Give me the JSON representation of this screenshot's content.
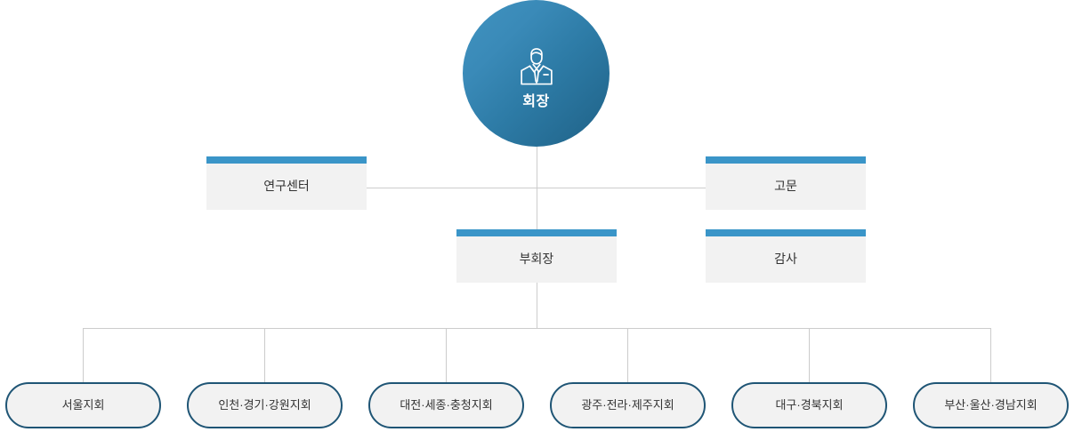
{
  "chart": {
    "title": "organization-chart",
    "colors": {
      "bar_blue": "#3a95c8",
      "circle_gradient_start": "#4093c0",
      "circle_gradient_end": "#1f6186",
      "pill_border": "#1f5575",
      "box_fill": "#f2f2f2",
      "line": "#cccccc",
      "text": "#333333"
    }
  },
  "chairman": {
    "label": "회장",
    "icon": "businessman-icon"
  },
  "boxes": [
    {
      "id": "research",
      "label": "연구센터"
    },
    {
      "id": "advisor",
      "label": "고문"
    },
    {
      "id": "vice",
      "label": "부회장"
    },
    {
      "id": "auditor",
      "label": "감사"
    }
  ],
  "branches": [
    {
      "id": "seoul",
      "label": "서울지회"
    },
    {
      "id": "incheon",
      "label": "인천·경기·강원지회"
    },
    {
      "id": "daejeon",
      "label": "대전·세종·충청지회"
    },
    {
      "id": "gwangju",
      "label": "광주·전라·제주지회"
    },
    {
      "id": "daegu",
      "label": "대구·경북지회"
    },
    {
      "id": "busan",
      "label": "부산·울산·경남지회"
    }
  ]
}
